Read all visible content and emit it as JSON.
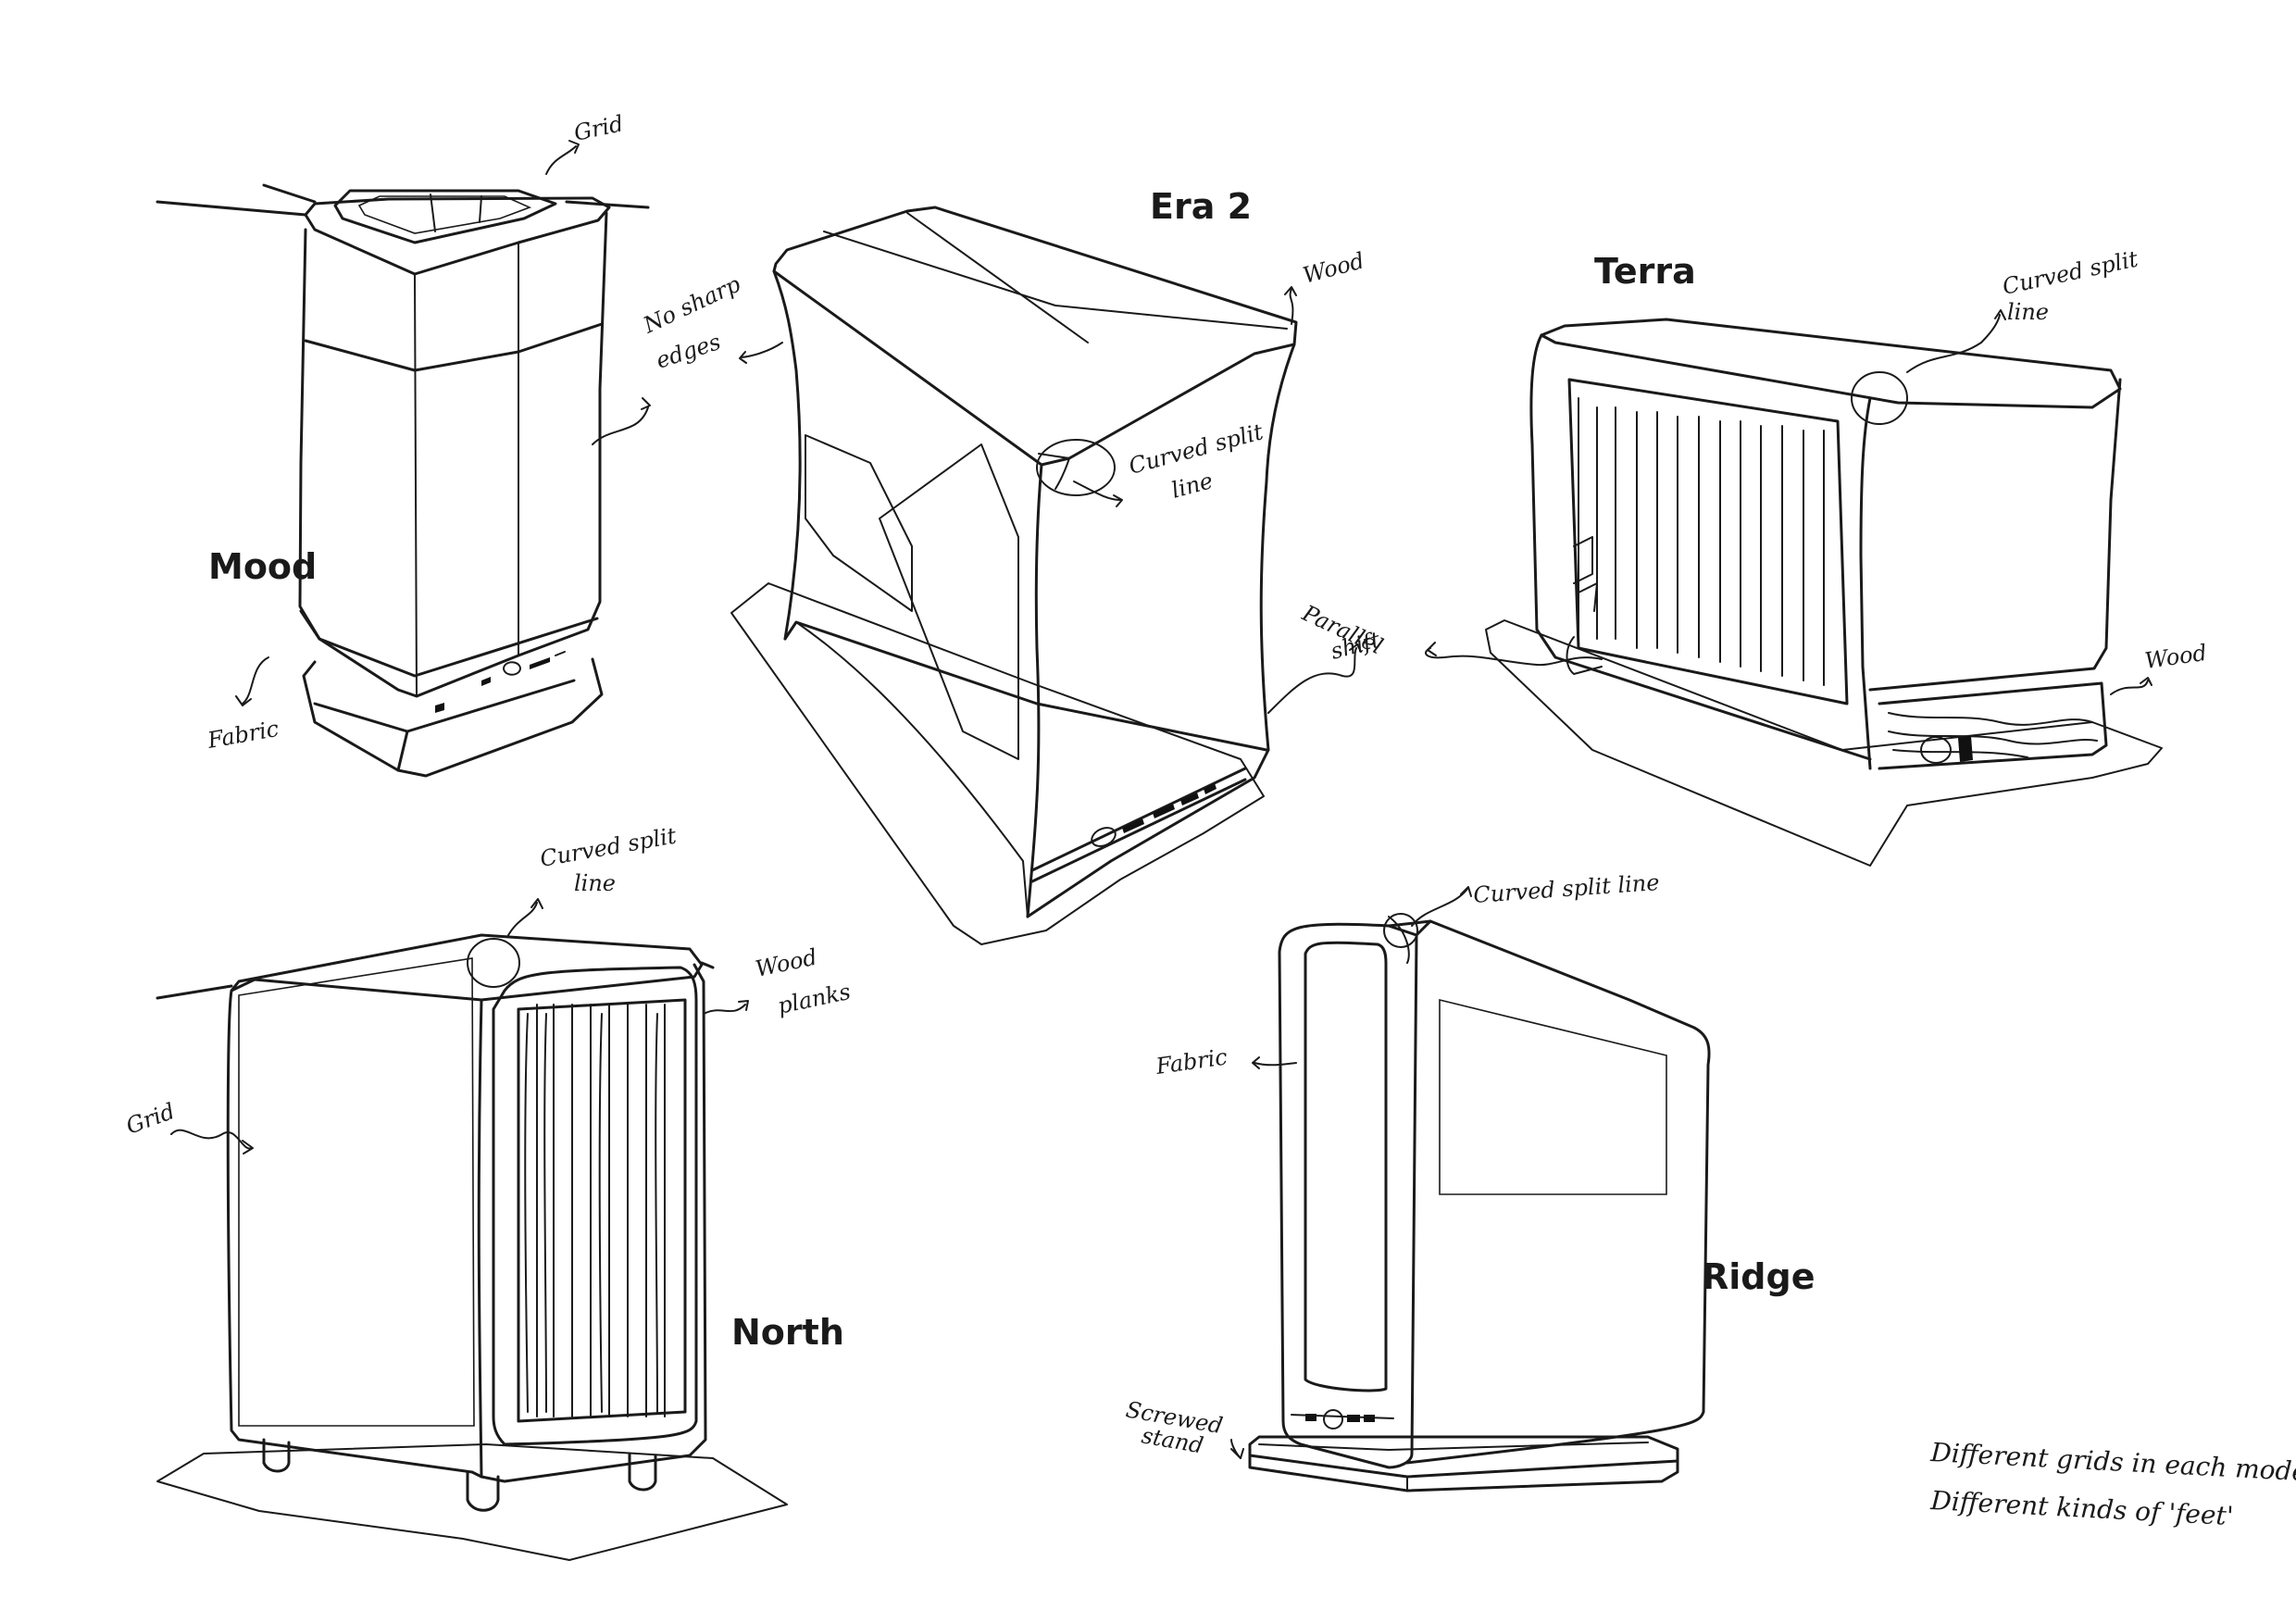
{
  "models": {
    "mood": "Mood",
    "era2": "Era 2",
    "terra": "Terra",
    "north": "North",
    "ridge": "Ridge"
  },
  "annotations": {
    "mood_grid": "Grid",
    "mood_fabric": "Fabric",
    "era_no_sharp_1": "No sharp",
    "era_no_sharp_2": "edges",
    "era_wood": "Wood",
    "era_curved_1": "Curved split",
    "era_curved_2": "line",
    "era_parallel_1": "Parallel",
    "era_parallel_2": "shift",
    "terra_curved_1": "Curved split",
    "terra_curved_2": "line",
    "terra_wood": "Wood",
    "north_curved_1": "Curved split",
    "north_curved_2": "line",
    "north_wood_1": "Wood",
    "north_wood_2": "planks",
    "north_grid": "Grid",
    "ridge_curved": "Curved split line",
    "ridge_fabric": "Fabric",
    "ridge_screwed_1": "Screwed",
    "ridge_screwed_2": "stand"
  },
  "footnote": {
    "line1": "Different grids in each model",
    "line2": "Different kinds of 'feet'"
  },
  "ink_color": "#1a1a1a",
  "paper_color": "#ffffff"
}
